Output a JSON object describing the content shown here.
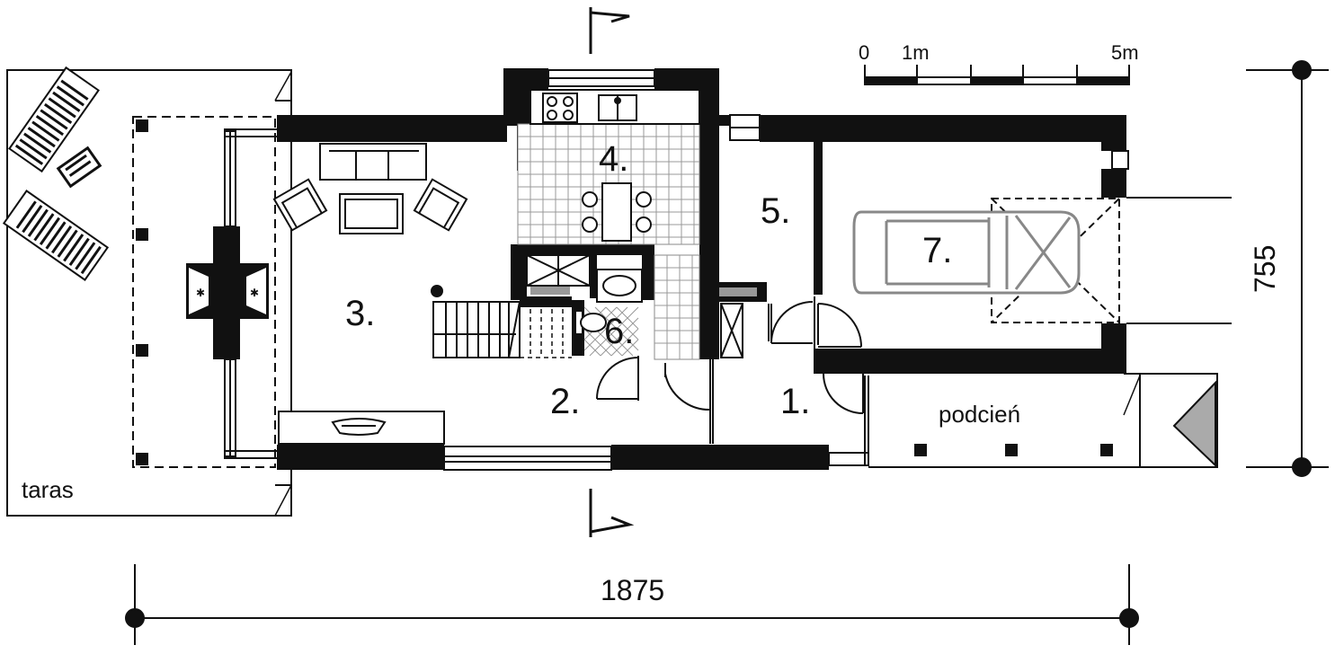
{
  "plan": {
    "rooms": {
      "r1": "1.",
      "r2": "2.",
      "r3": "3.",
      "r4": "4.",
      "r5": "5.",
      "r6": "6.",
      "r7": "7."
    },
    "areas": {
      "terrace": "taras",
      "arcade": "podcień"
    },
    "dimensions": {
      "width": "1875",
      "depth": "755"
    },
    "scale_bar": {
      "zero": "0",
      "one": "1m",
      "five": "5m"
    }
  }
}
